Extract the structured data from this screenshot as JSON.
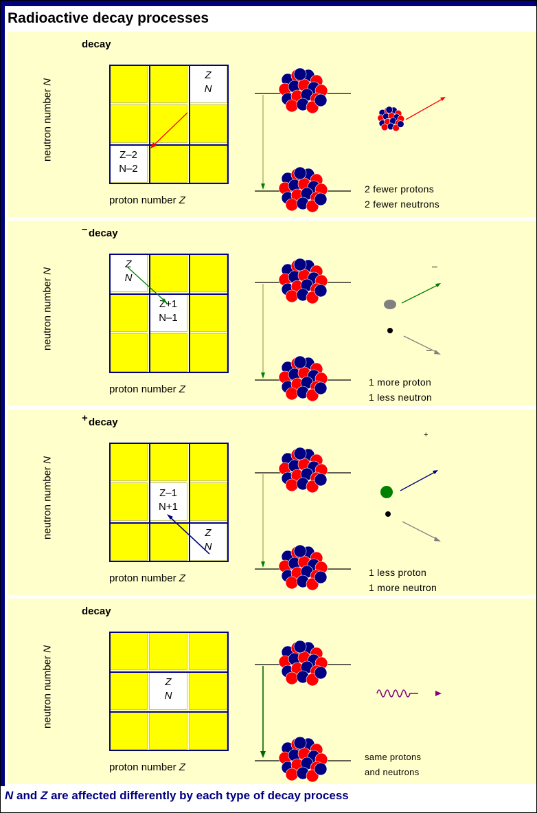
{
  "title": "Radioactive decay processes",
  "panels": [
    {
      "decay_label": "decay",
      "sup": "",
      "ylabel_prefix": "neutron number ",
      "ylabel_var": "N",
      "xlabel_prefix": "proton number ",
      "xlabel_var": "Z",
      "start_cell_line1": "Z",
      "start_cell_line2": "N",
      "end_cell_line1": "Z–2",
      "end_cell_line2": "N–2",
      "change_line1": "2 fewer protons",
      "change_line2": "2 fewer neutrons"
    },
    {
      "decay_label": "decay",
      "sup": "–",
      "ylabel_prefix": "neutron number ",
      "ylabel_var": "N",
      "xlabel_prefix": "proton number ",
      "xlabel_var": "Z",
      "start_cell_line1": "Z",
      "start_cell_line2": "N",
      "end_cell_line1": "Z+1",
      "end_cell_line2": "N–1",
      "change_line1": "1 more proton",
      "change_line2": "1 less neutron",
      "particle_sup_1": "–",
      "particle_sup_2": "–"
    },
    {
      "decay_label": "decay",
      "sup": "+",
      "ylabel_prefix": "neutron number ",
      "ylabel_var": "N",
      "xlabel_prefix": "proton number ",
      "xlabel_var": "Z",
      "start_cell_line1": "Z",
      "start_cell_line2": "N",
      "end_cell_line1": "Z–1",
      "end_cell_line2": "N+1",
      "change_line1": "1 less proton",
      "change_line2": "1 more neutron",
      "particle_sup_1": "+"
    },
    {
      "decay_label": "decay",
      "sup": "",
      "ylabel_prefix": "neutron number ",
      "ylabel_var": "N",
      "xlabel_prefix": "proton number ",
      "xlabel_var": "Z",
      "start_cell_line1": "Z",
      "start_cell_line2": "N",
      "change_line1": "same protons",
      "change_line2": "and neutrons"
    }
  ],
  "footer_prefix": "N",
  "footer_mid": " and ",
  "footer_var": "Z",
  "footer_suffix": " are affected differently by each type of decay process",
  "colors": {
    "border": "#000080",
    "panel_bg": "#ffffcc",
    "cell": "#ffff00",
    "proton": "#ff0000",
    "neutron": "#000080",
    "alpha_arrow": "#ff0000",
    "beta_minus_arrow": "#008000",
    "beta_plus_arrow": "#000080",
    "gamma": "#800080"
  }
}
